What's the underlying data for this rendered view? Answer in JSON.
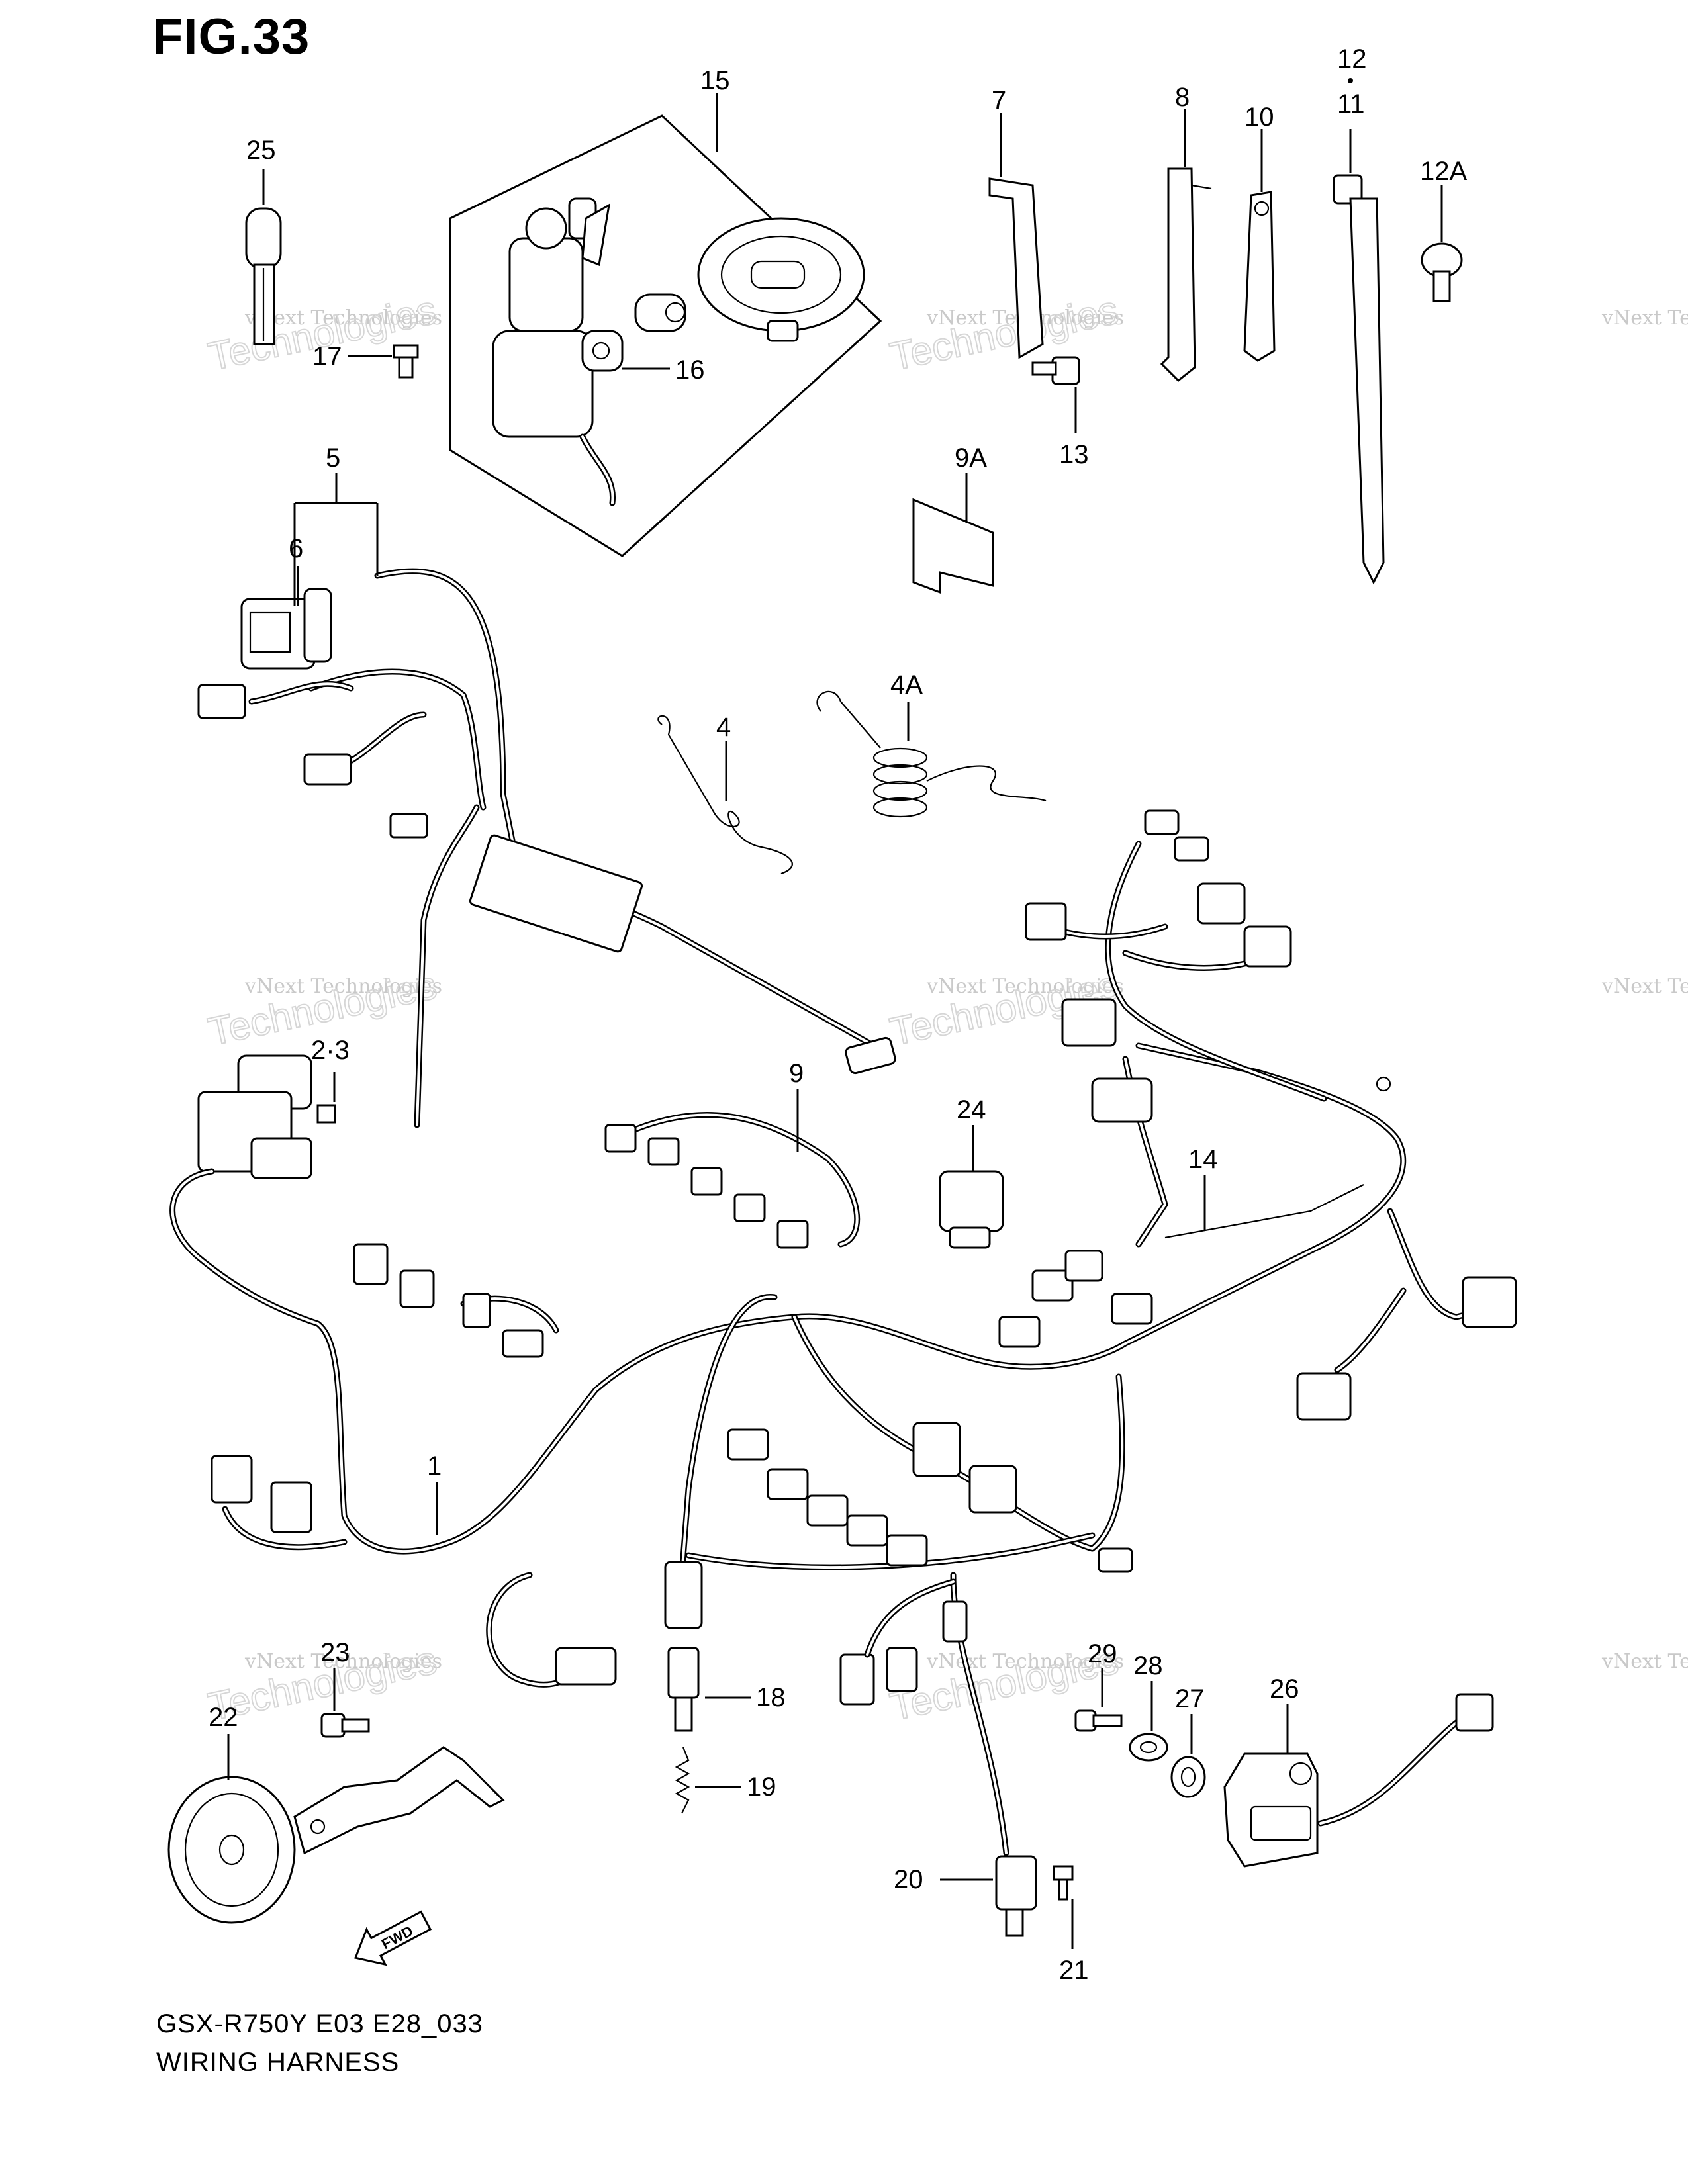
{
  "header": {
    "figure": "FIG.33"
  },
  "footer": {
    "model_code": "GSX-R750Y E03 E28_033",
    "title": "WIRING HARNESS"
  },
  "watermark": {
    "line1": "vNext Technologies",
    "line2": "vNext",
    "line3": "Technologies"
  },
  "parts": {
    "p1": "1",
    "p2_3": "2·3",
    "p4": "4",
    "p4A": "4A",
    "p5": "5",
    "p6": "6",
    "p7": "7",
    "p8": "8",
    "p9": "9",
    "p9A": "9A",
    "p10": "10",
    "p11": "11",
    "p12": "12",
    "p12A": "12A",
    "p13": "13",
    "p14": "14",
    "p15": "15",
    "p16": "16",
    "p17": "17",
    "p18": "18",
    "p19": "19",
    "p20": "20",
    "p21": "21",
    "p22": "22",
    "p23": "23",
    "p24": "24",
    "p25": "25",
    "p26": "26",
    "p27": "27",
    "p28": "28",
    "p29": "29"
  },
  "direction_marker": "FWD"
}
